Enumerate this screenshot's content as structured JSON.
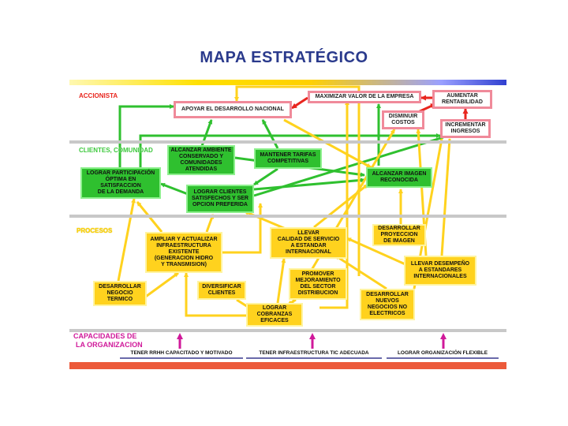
{
  "title": "MAPA ESTRATÉGICO",
  "lanes": {
    "accionista": "ACCIONISTA",
    "clientes": "CLIENTES, COMUNIDAD",
    "procesos": "PROCESOS",
    "capacidades_1": "CAPACIDADES DE",
    "capacidades_2": "LA ORGANIZACION"
  },
  "nodes": {
    "apoyar": "APOYAR EL DESARROLLO NACIONAL",
    "maximizar": "MAXIMIZAR VALOR DE LA EMPRESA",
    "aumentar": "AUMENTAR\nRENTABILIDAD",
    "disminuir": "DISMINUIR\nCOSTOS",
    "incrementar": "INCREMENTAR\nINGRESOS",
    "ambiente": "ALCANZAR AMBIENTE\nCONSERVADO Y\nCOMUNIDADES\nATENDIDAS",
    "tarifas": "MANTENER TARIFAS\nCOMPETITIVAS",
    "participacion": "LOGRAR PARTICIPACIÓN\nÓPTIMA EN\nSATISFACCION\nDE LA DEMANDA",
    "clientes_sat": "LOGRAR CLIENTES\nSATISFECHOS Y SER\nOPCION PREFERIDA",
    "imagen": "ALCANZAR IMAGEN\nRECONOCIDA",
    "infraestructura": "AMPLIAR Y ACTUALIZAR\nINFRAESTRUCTURA\nEXISTENTE\n(GENERACION HIDRO\nY TRANSMISION)",
    "calidad": "LLEVAR\nCALIDAD DE SERVICIO\nA ESTANDAR\nINTERNACIONAL",
    "proyeccion": "DESARROLLAR\nPROYECCION\nDE IMAGEN",
    "desempeno": "LLEVAR DESEMPEÑO\nA ESTANDARES\nINTERNACIONALES",
    "termico": "DESARROLLAR\nNEGOCIO\nTERMICO",
    "diversificar": "DIVERSIFICAR\nCLIENTES",
    "promover": "PROMOVER\nMEJORAMIENTO\nDEL SECTOR\nDISTRIBUCION",
    "cobranzas": "LOGRAR\nCOBRANZAS\nEFICACES",
    "nuevos": "DESARROLLAR\nNUEVOS\nNEGOCIOS NO\nELECTRICOS",
    "rrhh": "TENER RRHH CAPACITADO Y MOTIVADO",
    "tic": "TENER INFRAESTRUCTURA TIC ADECUADA",
    "organizacion": "LOGRAR ORGANIZACIÓN FLEXIBLE"
  },
  "colors": {
    "green_link": "#2fc02f",
    "yellow_link": "#ffd21e",
    "red_link": "#e8261e",
    "magenta_arrow": "#d0199a"
  }
}
